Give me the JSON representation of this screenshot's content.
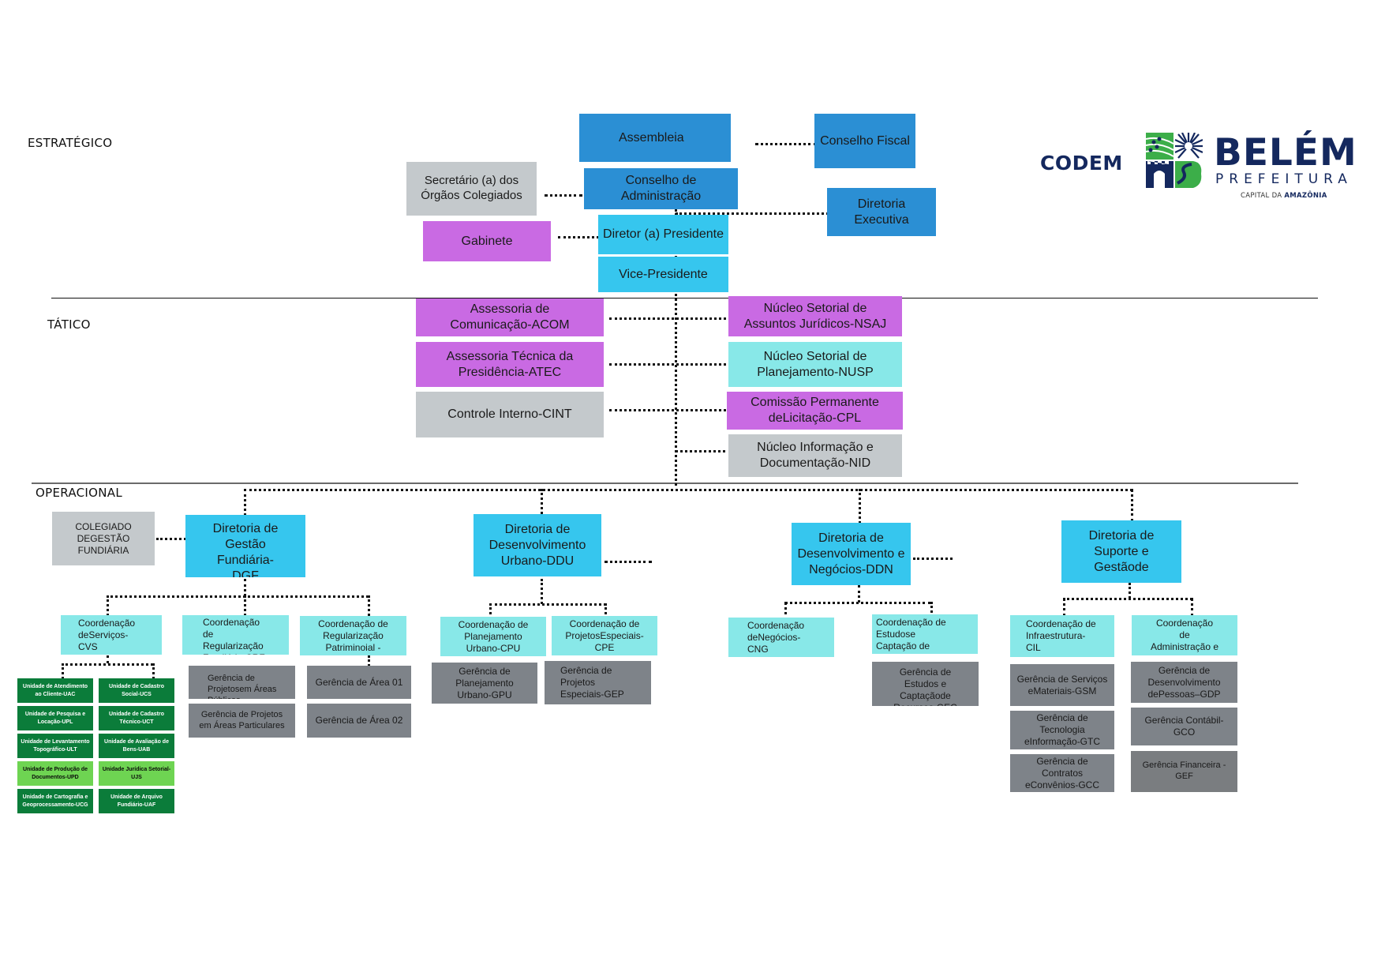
{
  "levels": {
    "strategic": "ESTRATÉGICO",
    "tactical": "TÁTICO",
    "operational": "OPERACIONAL"
  },
  "logos": {
    "codem": "CODEM",
    "belem": "BELÉM",
    "prefeitura": "PREFEITURA",
    "capital_prefix": "CAPITAL DA ",
    "capital_bold": "AMAZÔNIA",
    "colors": {
      "navy": "#14285e",
      "green": "#3cae49"
    }
  },
  "colors": {
    "blue_dark": "#2b8fd4",
    "blue_light": "#36c6ee",
    "cyan": "#88e8e8",
    "violet": "#c96ae3",
    "gray_light": "#c4c9cc",
    "gray_dark": "#7e8389",
    "green_dark": "#0b7c3a",
    "green_light": "#6ed452"
  },
  "strategic": {
    "assembleia": "Assembleia",
    "conselho_fiscal": "Conselho Fiscal",
    "secretario": "Secretário (a) dos\nÓrgãos Colegiados",
    "conselho_admin": "Conselho de Administração",
    "diretoria_executiva": "Diretoria Executiva",
    "gabinete": "Gabinete",
    "diretor_presidente": "Diretor (a) Presidente",
    "vice_presidente": "Vice-Presidente"
  },
  "tactical": {
    "acom": "Assessoria de\nComunicação-ACOM",
    "atec": "Assessoria Técnica da\nPresidência-ATEC",
    "cint": "Controle Interno-CINT",
    "nsaj": "Núcleo Setorial de\nAssuntos  Jurídicos-NSAJ",
    "nusp": "Núcleo Setorial de\nPlanejamento-NUSP",
    "cpl": "Comissão Permanente\n     deLicitação-CPL",
    "nid": "Núcleo Informação e\nDocumentação-NID"
  },
  "operational": {
    "colegiado": "COLEGIADO\nDEGESTÃO\nFUNDIÁRIA",
    "directorates": [
      {
        "name": "Diretoria de\nGestão\nFundiária-\nDGF",
        "coordinations": [
          {
            "name": "Coordenação\n  deServiços-\nCVS",
            "units": [
              {
                "name": "Unidade de Atendimento\nao Cliente-UAC",
                "tone": "dark"
              },
              {
                "name": "Unidade de Cadastro\nSocial-UCS",
                "tone": "dark"
              },
              {
                "name": "Unidade de Pesquisa e\nLocação-UPL",
                "tone": "dark"
              },
              {
                "name": "Unidade de Cadastro\nTécnico-UCT",
                "tone": "dark"
              },
              {
                "name": "Unidade de Levantamento\nTopográfico-ULT",
                "tone": "dark"
              },
              {
                "name": "Unidade de Avaliação de\nBens-UAB",
                "tone": "dark"
              },
              {
                "name": "Unidade de Produção de\nDocumentos-UPD",
                "tone": "light"
              },
              {
                "name": "Unidade Jurídica Setorial-\nUJS",
                "tone": "light"
              },
              {
                "name": "Unidade de Cartografia e\nGeoprocessamento-UCG",
                "tone": "dark"
              },
              {
                "name": "Unidade de Arquivo\nFundiário-UAF",
                "tone": "dark"
              }
            ]
          },
          {
            "name": "Coordenação\n de\n Regularização\n Fundiária-CRF",
            "managements": [
              "Gerência de\n Projetosem Áreas\n Públicas",
              "Gerência de Projetos\nem Áreas  Particulares"
            ]
          },
          {
            "name": "Coordenação de\nRegularização\nPatriminoial -",
            "managements": [
              "Gerência de Área 01",
              "Gerência de Área 02"
            ]
          }
        ]
      },
      {
        "name": "Diretoria de\nDesenvolvimento\nUrbano-DDU",
        "coordinations": [
          {
            "name": "Coordenação de\nPlanejamento\nUrbano-CPU",
            "managements": [
              "Gerência de\nPlanejamento\nUrbano-GPU"
            ]
          },
          {
            "name": "Coordenação de\n  ProjetosEspeciais-\nCPE",
            "managements": [
              "Gerência de\n   Projetos\n   Especiais-GEP"
            ]
          }
        ]
      },
      {
        "name": "Diretoria de\nDesenvolvimento e\nNegócios-DDN",
        "coordinations": [
          {
            "name": "Coordenação\n deNegócios-\nCNG",
            "managements": []
          },
          {
            "name": "Coordenação de\n Estudose\n  Captação de",
            "managements": [
              "Gerência de\nEstudos e\nCaptaçãode\nRecursos-GEC"
            ]
          }
        ]
      },
      {
        "name": "Diretoria de\nSuporte e\nGestãode",
        "coordinations": [
          {
            "name": "Coordenação de\nInfraestrutura-\nCIL",
            "managements": [
              "Gerência de Serviços\n   eMateriais-GSM",
              "Gerência de Tecnologia\n  eInformação-GTC",
              "Gerência de Contratos\n   eConvênios-GCC"
            ]
          },
          {
            "name": "Coordenação\nde\nAdministração e",
            "managements": [
              "Gerência de\nDesenvolvimento\ndePessoas–GDP",
              "Gerência  Contábil-GCO",
              "Gerência Financeira -\nGEF"
            ]
          }
        ]
      }
    ]
  }
}
